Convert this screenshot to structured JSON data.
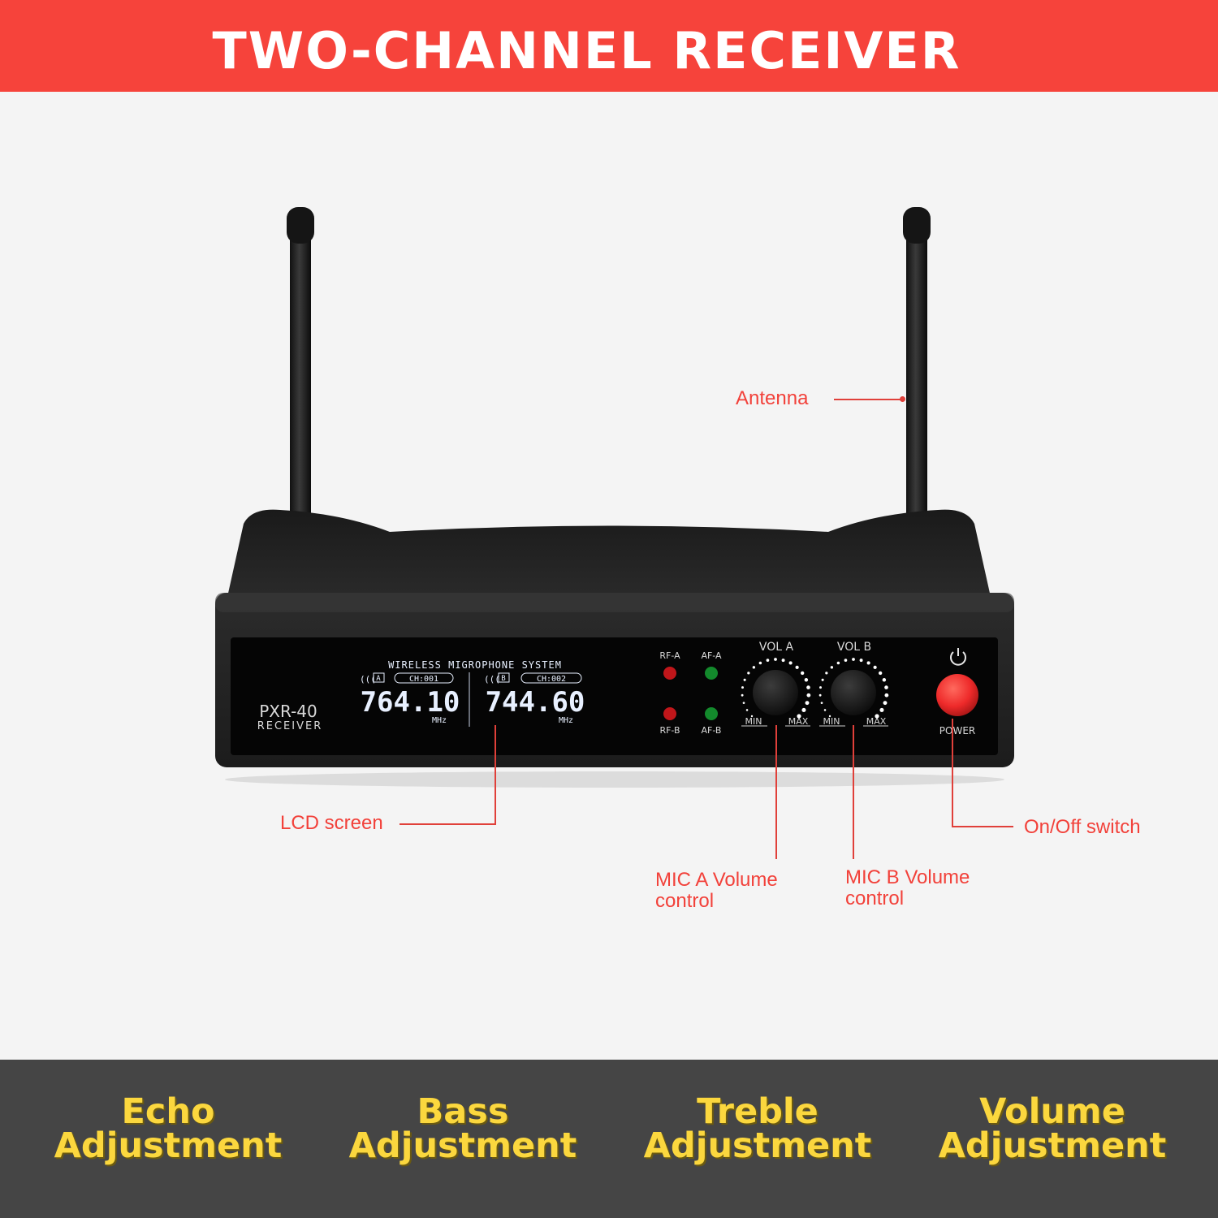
{
  "banner": {
    "title": "TWO-CHANNEL RECEIVER"
  },
  "device": {
    "model": "PXR-40",
    "type": "RECEIVER",
    "lcd": {
      "heading": "WIRELESS MIGROPHONE SYSTEM",
      "channel_a": {
        "badge": "A",
        "channel": "CH:001",
        "frequency": "764.10",
        "unit": "MHz"
      },
      "channel_b": {
        "badge": "B",
        "channel": "CH:002",
        "frequency": "744.60",
        "unit": "MHz"
      }
    },
    "leds": {
      "rf_a": "RF-A",
      "af_a": "AF-A",
      "rf_b": "RF-B",
      "af_b": "AF-B"
    },
    "knob_a": {
      "label": "VOL A",
      "min": "MIN",
      "max": "MAX"
    },
    "knob_b": {
      "label": "VOL B",
      "min": "MIN",
      "max": "MAX"
    },
    "power_label": "POWER"
  },
  "callouts": {
    "antenna": "Antenna",
    "lcd_screen": "LCD screen",
    "on_off": "On/Off switch",
    "mic_a_line1": "MIC A Volume",
    "mic_a_line2": "control",
    "mic_b_line1": "MIC B Volume",
    "mic_b_line2": "control"
  },
  "features": [
    {
      "line1": "Echo",
      "line2": "Adjustment"
    },
    {
      "line1": "Bass",
      "line2": "Adjustment"
    },
    {
      "line1": "Treble",
      "line2": "Adjustment"
    },
    {
      "line1": "Volume",
      "line2": "Adjustment"
    }
  ],
  "colors": {
    "banner": "#f6433b",
    "callout": "#f2413a",
    "feature_text": "#fbd73e",
    "bottom_bar": "#454545",
    "led_red": "#c0161a",
    "led_green": "#138a2c",
    "power_button": "#ee2a2a"
  }
}
